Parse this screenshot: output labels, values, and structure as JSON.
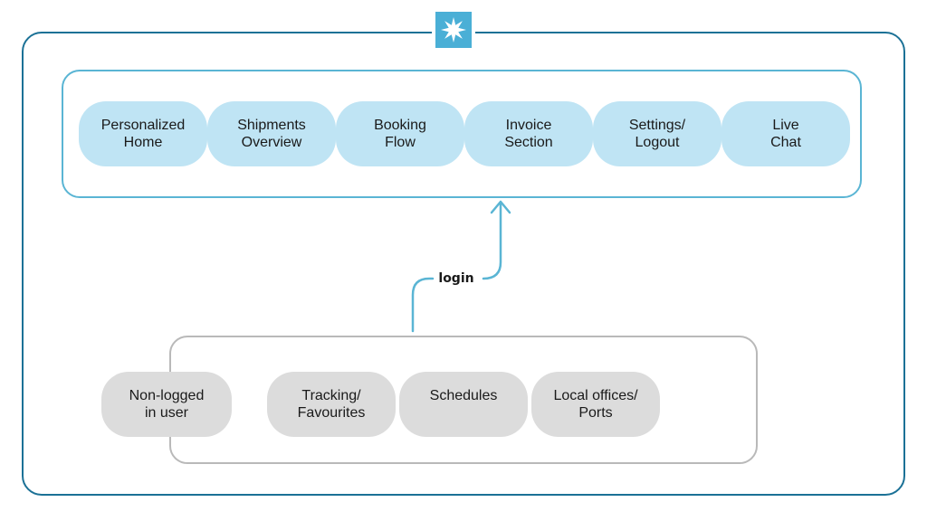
{
  "logo": {
    "icon": "star-burst-icon",
    "color": "#4aafd6"
  },
  "logged_in": {
    "items": [
      {
        "label": "Personalized\nHome"
      },
      {
        "label": "Shipments\nOverview"
      },
      {
        "label": "Booking\nFlow"
      },
      {
        "label": "Invoice\nSection"
      },
      {
        "label": "Settings/\nLogout"
      },
      {
        "label": "Live\nChat"
      }
    ],
    "border_color": "#5ab5d4",
    "pill_color": "#bfe4f4"
  },
  "transition": {
    "label": "login",
    "color": "#5ab5d4"
  },
  "guest": {
    "user_label": "Non-logged\nin user",
    "items": [
      {
        "label": "Tracking/\nFavourites"
      },
      {
        "label": "Schedules"
      },
      {
        "label": "Local offices/\nPorts"
      }
    ],
    "border_color": "#b9b9b9",
    "pill_color": "#dcdcdc"
  },
  "outer_border_color": "#1b7196"
}
